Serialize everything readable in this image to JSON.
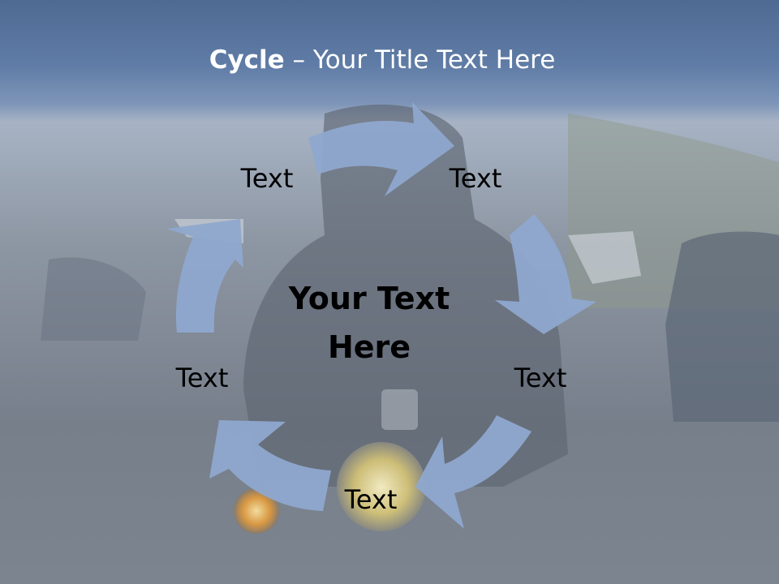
{
  "slide": {
    "title_bold": "Cycle",
    "title_rest": " – Your Title Text Here",
    "center_text_line1": "Your Text",
    "center_text_line2": "Here",
    "steps": [
      "Text",
      "Text",
      "Text",
      "Text",
      "Text"
    ]
  },
  "colors": {
    "arrow_fill": "#8fa8cf",
    "title_text": "#ffffff",
    "body_text": "#000000",
    "header_band": "#5f7ca6"
  }
}
